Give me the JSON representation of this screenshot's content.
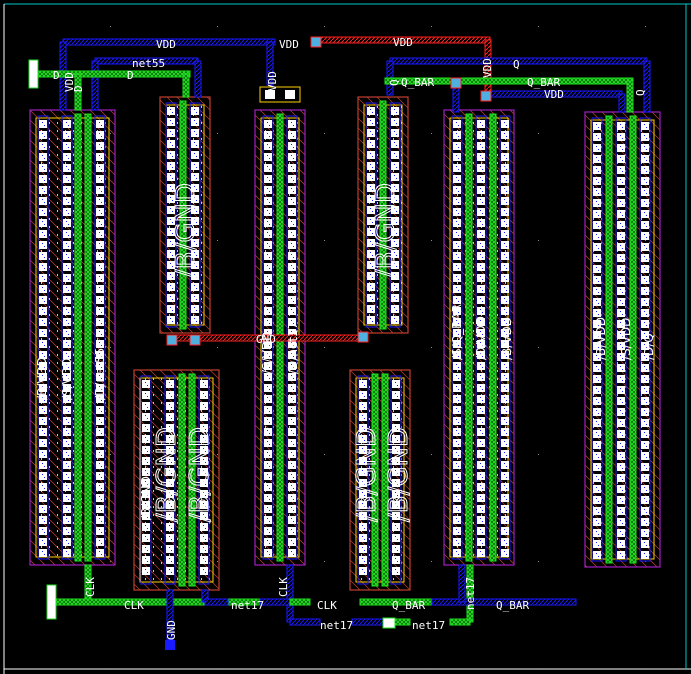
{
  "app": {
    "view": "layout-editor-canvas",
    "colors": {
      "background": "#000000",
      "border_top": "#00c8c8",
      "border_frame": "#ffffff",
      "metal1": "#1a1aff",
      "metal2": "#ff2020",
      "poly": "#20e020",
      "active_outline": "#ffd000",
      "well_outline": "#a020c0",
      "implant_outline": "#c04030",
      "contact_fill": "#ffffff",
      "via_fill": "#4fb0e0"
    }
  },
  "net_labels": {
    "vdd_top_left": "VDD",
    "vdd_top_mid": "VDD",
    "vdd_top_right": "VDD",
    "vdd_vert_left": "VDD",
    "vdd_vert_mid": "VDD",
    "vdd_vert_right": "VDD",
    "vdd_right_row": "VDD",
    "net55": "net55",
    "d_left": "D",
    "d_mid": "D",
    "d_vert": "D",
    "q_top": "Q",
    "q_left_vert": "Q",
    "q_right_vert": "Q",
    "q_bar_left": "Q_BAR",
    "q_bar_right": "Q_BAR",
    "gnd_mid": "GND",
    "gnd_bottom": "GND",
    "clk_vert_left": "CLK",
    "clk_bottom_left": "CLK",
    "clk_vert_mid": "CLK",
    "clk_bottom_mid": "CLK",
    "net17_bottom_a": "net17",
    "net17_bottom_b": "net17",
    "net17_bottom_c": "net17",
    "net17_vert": "net17",
    "q_bar_bottom_a": "Q_BAR",
    "q_bar_bottom_b": "Q_BAR"
  },
  "devices": [
    {
      "id": "pmos-left",
      "terminals": [
        "/B/VDD",
        "/S/VDD",
        "/D/net55"
      ]
    },
    {
      "id": "nmos-top-a",
      "terminals": [
        "/B/GND"
      ]
    },
    {
      "id": "nmos-bottom-a",
      "terminals": [
        "/B/GND",
        "/B/GND",
        "/B/GND"
      ]
    },
    {
      "id": "pmos-mid",
      "terminals": [
        "/S/VDD",
        "/D/net17"
      ]
    },
    {
      "id": "nmos-top-b",
      "terminals": [
        "/B/GND"
      ]
    },
    {
      "id": "nmos-bottom-b",
      "terminals": [
        "/B/GND",
        "/B/GND"
      ]
    },
    {
      "id": "pmos-right-a",
      "terminals": [
        "/S/Q_BAR",
        "/D/VDD",
        "/B/VDD"
      ]
    },
    {
      "id": "pmos-right-b",
      "terminals": [
        "/B/VDD",
        "/S/VDD",
        "/D/Q"
      ]
    }
  ]
}
